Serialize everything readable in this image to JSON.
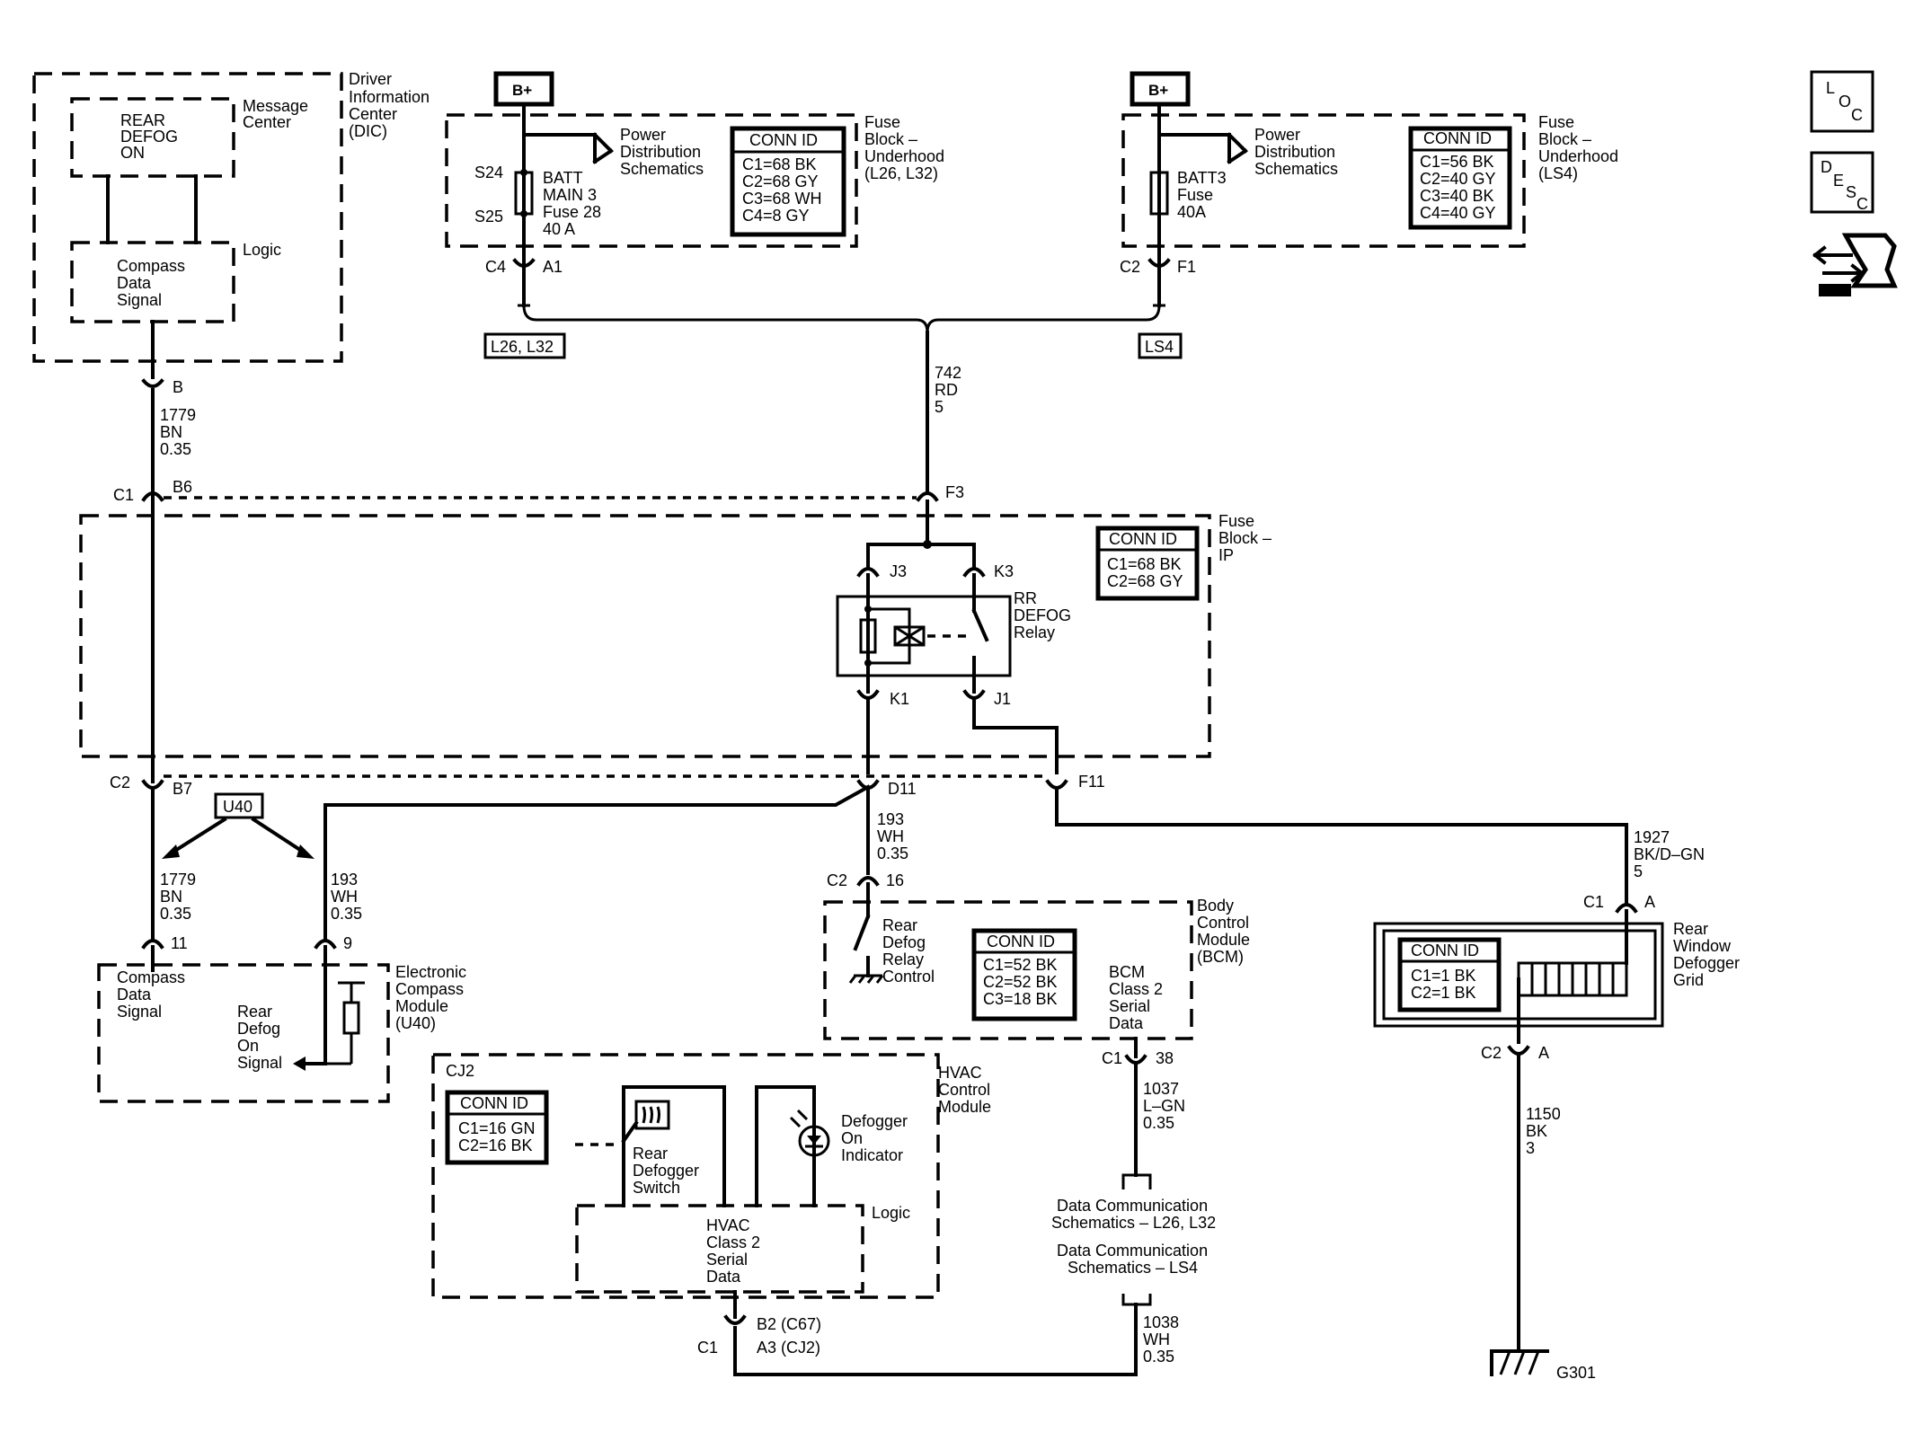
{
  "dic": {
    "title": [
      "Driver",
      "Information",
      "Center",
      "(DIC)"
    ],
    "message_center": [
      "Message",
      "Center"
    ],
    "rear_defog_on": [
      "REAR",
      "DEFOG",
      "ON"
    ],
    "logic": "Logic",
    "compass_data_signal": [
      "Compass",
      "Data",
      "Signal"
    ],
    "pin_b": "B"
  },
  "fuse_left": {
    "bplus": "B+",
    "power_dist": [
      "Power",
      "Distribution",
      "Schematics"
    ],
    "s24": "S24",
    "s25": "S25",
    "fuse_name": [
      "BATT",
      "MAIN 3",
      "Fuse 28",
      "40 A"
    ],
    "conn_title": "CONN ID",
    "conn_lines": [
      "C1=68 BK",
      "C2=68 GY",
      "C3=68 WH",
      "C4=8 GY"
    ],
    "block_name": [
      "Fuse",
      "Block –",
      "Underhood",
      "(L26, L32)"
    ],
    "c4": "C4",
    "a1": "A1",
    "tag": "L26, L32"
  },
  "fuse_right": {
    "bplus": "B+",
    "power_dist": [
      "Power",
      "Distribution",
      "Schematics"
    ],
    "fuse_name": [
      "BATT3",
      "Fuse",
      "40A"
    ],
    "conn_title": "CONN ID",
    "conn_lines": [
      "C1=56 BK",
      "C2=40 GY",
      "C3=40 BK",
      "C4=40 GY"
    ],
    "block_name": [
      "Fuse",
      "Block –",
      "Underhood",
      "(LS4)"
    ],
    "c2": "C2",
    "f1": "F1",
    "tag": "LS4"
  },
  "side_icons": {
    "loc": [
      "L",
      "O",
      "C"
    ],
    "desc": [
      "D",
      "E",
      "S",
      "C"
    ]
  },
  "wires": {
    "w742": [
      "742",
      "RD",
      "5"
    ],
    "w1779_top": [
      "1779",
      "BN",
      "0.35"
    ],
    "w1779_bot": [
      "1779",
      "BN",
      "0.35"
    ],
    "w193_left": [
      "193",
      "WH",
      "0.35"
    ],
    "w193_mid": [
      "193",
      "WH",
      "0.35"
    ],
    "w1927": [
      "1927",
      "BK/D–GN",
      "5"
    ],
    "w1037": [
      "1037",
      "L–GN",
      "0.35"
    ],
    "w1038": [
      "1038",
      "WH",
      "0.35"
    ],
    "w1150": [
      "1150",
      "BK",
      "3"
    ]
  },
  "ip_block": {
    "c1": "C1",
    "b6": "B6",
    "f3": "F3",
    "conn_title": "CONN ID",
    "conn_lines": [
      "C1=68 BK",
      "C2=68 GY"
    ],
    "block_name": [
      "Fuse",
      "Block –",
      "IP"
    ],
    "j3": "J3",
    "k3": "K3",
    "relay_name": [
      "RR",
      "DEFOG",
      "Relay"
    ],
    "k1": "K1",
    "j1": "J1",
    "c2": "C2",
    "b7": "B7",
    "d11": "D11",
    "f11": "F11"
  },
  "u40_tag": "U40",
  "compass_module": {
    "pin11": "11",
    "pin9": "9",
    "compass_data_signal": [
      "Compass",
      "Data",
      "Signal"
    ],
    "rear_defog_on_signal": [
      "Rear",
      "Defog",
      "On",
      "Signal"
    ],
    "module_name": [
      "Electronic",
      "Compass",
      "Module",
      "(U40)"
    ]
  },
  "bcm": {
    "c2": "C2",
    "pin16": "16",
    "relay_control": [
      "Rear",
      "Defog",
      "Relay",
      "Control"
    ],
    "conn_title": "CONN ID",
    "conn_lines": [
      "C1=52 BK",
      "C2=52 BK",
      "C3=18 BK"
    ],
    "serial": [
      "BCM",
      "Class 2",
      "Serial",
      "Data"
    ],
    "module_name": [
      "Body",
      "Control",
      "Module",
      "(BCM)"
    ],
    "c1": "C1",
    "pin38": "38"
  },
  "data_comm": {
    "l26": [
      "Data Communication",
      "Schematics – L26, L32"
    ],
    "ls4": [
      "Data Communication",
      "Schematics – LS4"
    ]
  },
  "grid": {
    "c1": "C1",
    "pin_a_top": "A",
    "conn_title": "CONN ID",
    "conn_lines": [
      "C1=1 BK",
      "C2=1 BK"
    ],
    "name": [
      "Rear",
      "Window",
      "Defogger",
      "Grid"
    ],
    "c2": "C2",
    "pin_a_bot": "A",
    "ground": "G301"
  },
  "hvac": {
    "cj2": "CJ2",
    "conn_title": "CONN ID",
    "conn_lines": [
      "C1=16 GN",
      "C2=16 BK"
    ],
    "switch_name": [
      "Rear",
      "Defogger",
      "Switch"
    ],
    "indicator_name": [
      "Defogger",
      "On",
      "Indicator"
    ],
    "module_name": [
      "HVAC",
      "Control",
      "Module"
    ],
    "logic": "Logic",
    "serial": [
      "HVAC",
      "Class 2",
      "Serial",
      "Data"
    ],
    "c1": "C1",
    "b2": "B2 (C67)",
    "a3": "A3 (CJ2)"
  }
}
